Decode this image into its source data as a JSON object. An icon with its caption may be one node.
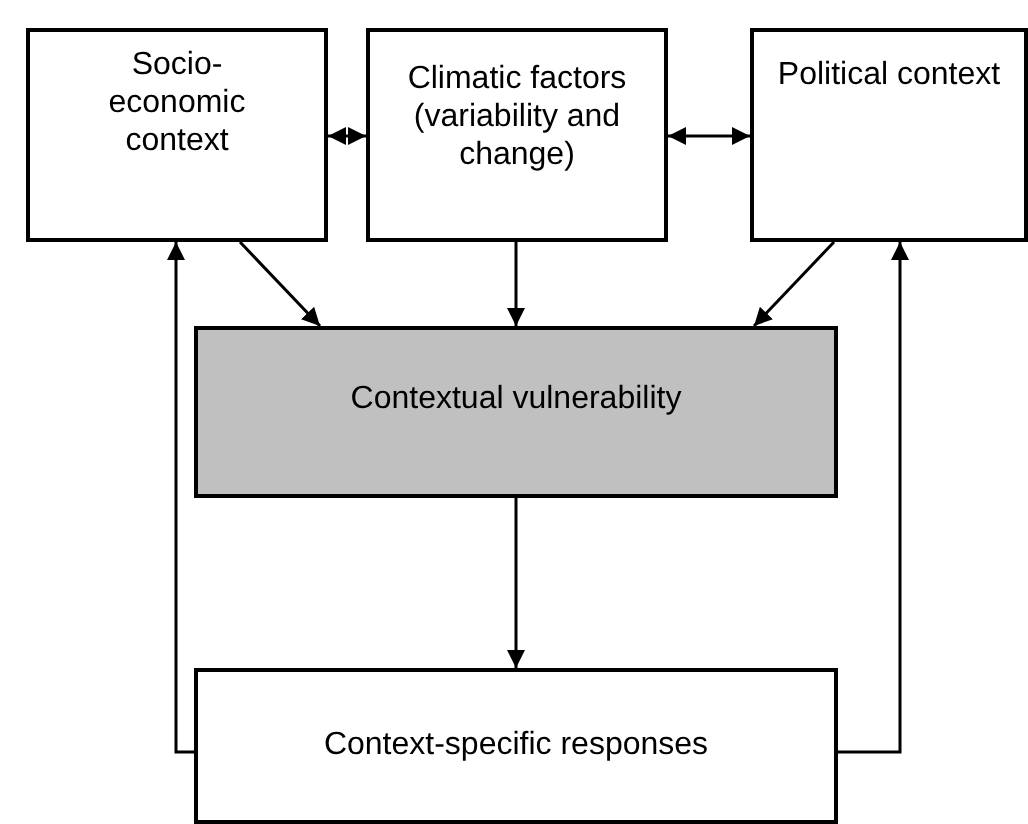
{
  "diagram": {
    "nodes": [
      {
        "text": [
          "Socio-economic context"
        ]
      },
      {
        "text": [
          "Climatic factors (variability and change)"
        ]
      },
      {
        "text": [
          "Political context"
        ]
      },
      {
        "text": [
          "Contextual vulnerability"
        ]
      },
      {
        "text": [
          "Context-specific responses"
        ]
      }
    ],
    "edges": [
      {
        "from": 0,
        "to": 1,
        "arrow": "both"
      },
      {
        "from": 1,
        "to": 2,
        "arrow": "both"
      },
      {
        "from": 0,
        "to": 3,
        "arrow": "to"
      },
      {
        "from": 1,
        "to": 3,
        "arrow": "to"
      },
      {
        "from": 2,
        "to": 3,
        "arrow": "to"
      },
      {
        "from": 3,
        "to": 4,
        "arrow": "to"
      },
      {
        "from": 4,
        "to": 0,
        "arrow": "to"
      },
      {
        "from": 4,
        "to": 2,
        "arrow": "to"
      }
    ]
  }
}
